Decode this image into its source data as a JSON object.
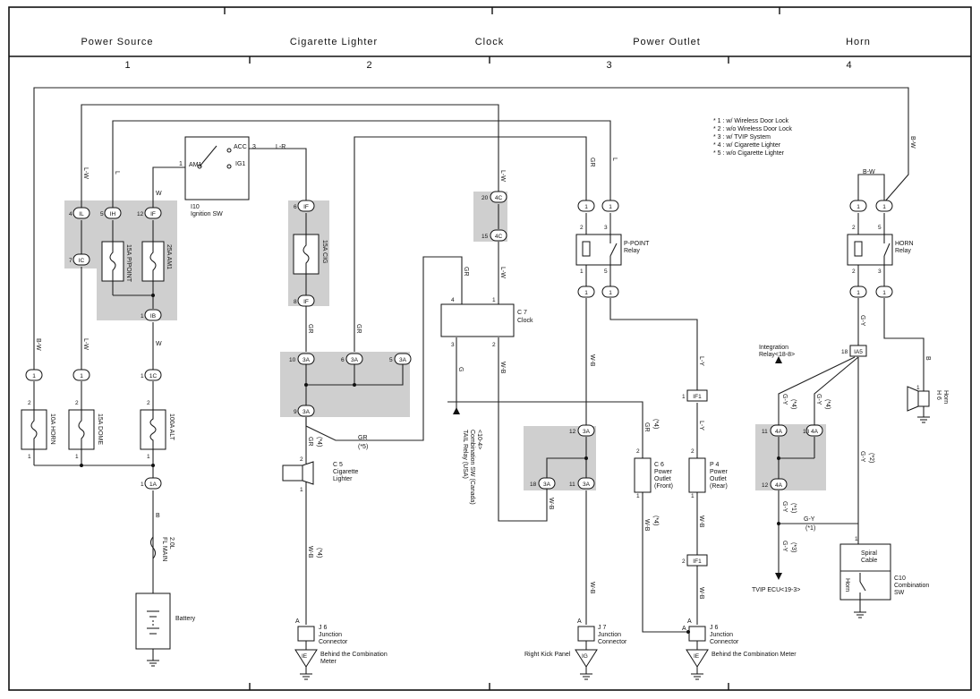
{
  "header": {
    "sections": [
      "Power Source",
      "Cigarette Lighter",
      "Clock",
      "Power Outlet",
      "Horn"
    ],
    "numbers": [
      "1",
      "2",
      "3",
      "4"
    ]
  },
  "notes": [
    "* 1 : w/ Wireless Door Lock",
    "* 2 : w/o Wireless Door Lock",
    "* 3 : w/ TVIP System",
    "* 4 : w/ Cigarette Lighter",
    "* 5 : w/o Cigarette Lighter"
  ],
  "labels": {
    "ig_switch": [
      "I10",
      "Ignition SW"
    ],
    "am1": "AM1",
    "acc": "ACC",
    "ig1": "IG1",
    "pin1": "1",
    "pin3": "3",
    "battery": "Battery",
    "clock": [
      "C 7",
      "Clock"
    ],
    "cig_lighter": [
      "C 5",
      "Cigarette",
      "Lighter"
    ],
    "pout_front": [
      "C 6",
      "Power",
      "Outlet",
      "(Front)"
    ],
    "pout_rear": [
      "P 4",
      "Power",
      "Outlet",
      "(Rear)"
    ],
    "ppoint_relay": [
      "P-POINT",
      "Relay"
    ],
    "horn_relay": [
      "HORN",
      "Relay"
    ],
    "horn": [
      "H 6",
      "Horn"
    ],
    "spiral": [
      "Spiral",
      "Cable"
    ],
    "comb_sw": [
      "C10",
      "Combination",
      "SW"
    ],
    "horn_sw": "Horn",
    "j6a": [
      "J 6",
      "Junction",
      "Connector"
    ],
    "j7": [
      "J 7",
      "Junction",
      "Connector"
    ],
    "j6b": [
      "J 6",
      "Junction",
      "Connector"
    ],
    "ie1": [
      "Behind the Combination",
      "Meter"
    ],
    "ie2": "Behind the Combination Meter",
    "rkp": "Right Kick Panel",
    "tvip": "TVIP ECU<19-3>",
    "integ": [
      "Integration",
      "Relay<18-8>"
    ],
    "tail": [
      "TAIL Relay (USA)",
      "Combination SW (Canada)",
      "<10-4>"
    ]
  },
  "fuses": [
    "10A HORN",
    "15A DOME",
    "100A ALT",
    "15A P/POINT",
    "25A AM1",
    "15A CIG",
    "FL MAIN",
    "2.0L"
  ],
  "connectors": [
    "IL",
    "IC",
    "IH",
    "IF",
    "IB",
    "1",
    "1",
    "1C",
    "1A",
    "4C",
    "3A",
    "IF1",
    "4A",
    "IA5",
    "IE",
    "IG",
    "A"
  ],
  "wires": [
    "L-W",
    "L",
    "W",
    "B-W",
    "B",
    "L-R",
    "GR",
    "G",
    "W-B",
    "L-Y",
    "G-Y",
    "B-W",
    "G-Y"
  ],
  "conditions": [
    "(*4)",
    "(*5)",
    "(*1)",
    "(*2)",
    "(*3)"
  ]
}
